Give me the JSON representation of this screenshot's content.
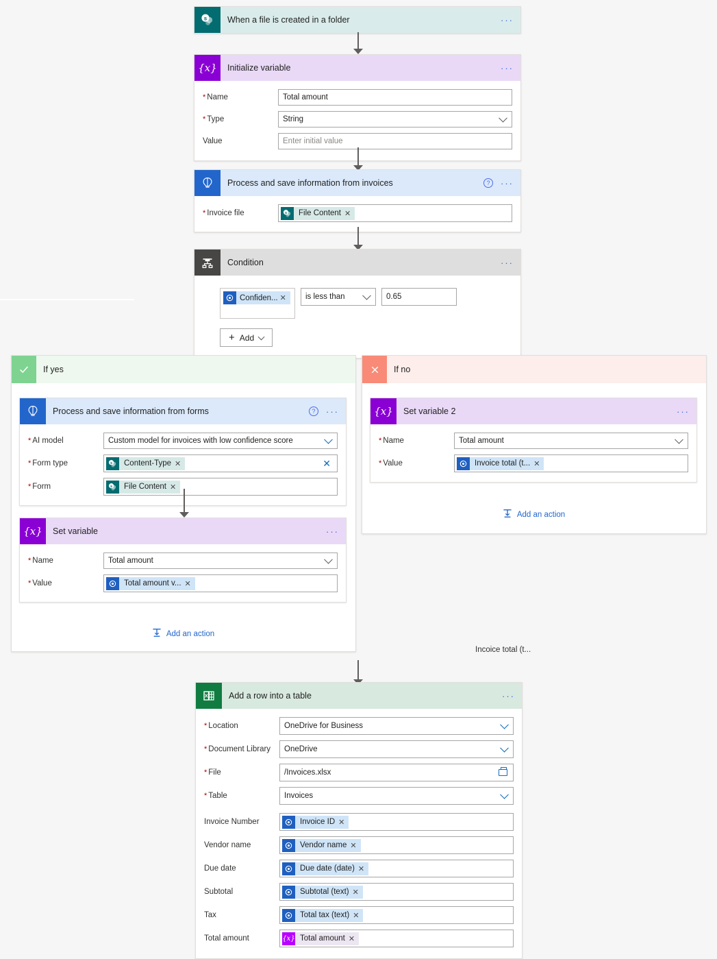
{
  "nodes": {
    "trigger": {
      "title": "When a file is created in a folder",
      "icon": "sharepoint-icon",
      "menu": "···"
    },
    "initialize_variable": {
      "title": "Initialize variable",
      "icon": "variable-icon",
      "menu": "···",
      "fields": [
        {
          "label": "Name",
          "required": true,
          "value": "Total amount",
          "control": "text"
        },
        {
          "label": "Type",
          "required": true,
          "value": "String",
          "control": "select"
        },
        {
          "label": "Value",
          "required": false,
          "placeholder": "Enter initial value",
          "control": "text"
        }
      ]
    },
    "process_invoices": {
      "title": "Process and save information from invoices",
      "icon": "ai-builder-icon",
      "help": "?",
      "menu": "···",
      "fields": [
        {
          "label": "Invoice file",
          "required": true,
          "token": "File Content",
          "token_icon": "sharepoint-icon"
        }
      ]
    },
    "condition": {
      "title": "Condition",
      "icon": "condition-icon",
      "menu": "···",
      "operand_token": "Confiden...",
      "operator": "is less than",
      "value": "0.65",
      "add_label": "Add"
    },
    "branch_yes": {
      "title": "If yes",
      "icon": "checkmark-icon",
      "add_action": "Add an action"
    },
    "branch_no": {
      "title": "If no",
      "icon": "cross-icon",
      "add_action": "Add an action"
    },
    "process_forms": {
      "title": "Process and save information from  forms",
      "icon": "ai-builder-icon",
      "help": "?",
      "menu": "···",
      "fields": [
        {
          "label": "AI model",
          "required": true,
          "value": "Custom model for invoices with low confidence score",
          "control": "select"
        },
        {
          "label": "Form type",
          "required": true,
          "token": "Content-Type",
          "token_icon": "sharepoint-icon",
          "clearable": true
        },
        {
          "label": "Form",
          "required": true,
          "token": "File Content",
          "token_icon": "sharepoint-icon"
        }
      ]
    },
    "set_variable": {
      "title": "Set variable",
      "icon": "variable-icon",
      "menu": "···",
      "fields": [
        {
          "label": "Name",
          "required": true,
          "value": "Total amount",
          "control": "select"
        },
        {
          "label": "Value",
          "required": true,
          "token": "Total amount v...",
          "token_icon": "ai-builder-icon"
        }
      ]
    },
    "set_variable_2": {
      "title": "Set variable 2",
      "icon": "variable-icon",
      "menu": "···",
      "fields": [
        {
          "label": "Name",
          "required": true,
          "value": "Total amount",
          "control": "select"
        },
        {
          "label": "Value",
          "required": true,
          "token": "Invoice total (t...",
          "token_icon": "ai-builder-icon"
        }
      ]
    },
    "add_row": {
      "title": "Add a row into a table",
      "icon": "excel-icon",
      "menu": "···",
      "fields": [
        {
          "label": "Location",
          "required": true,
          "value": "OneDrive for Business",
          "control": "select"
        },
        {
          "label": "Document Library",
          "required": true,
          "value": "OneDrive",
          "control": "select"
        },
        {
          "label": "File",
          "required": true,
          "value": "/Invoices.xlsx",
          "control": "file"
        },
        {
          "label": "Table",
          "required": true,
          "value": "Invoices",
          "control": "select"
        },
        {
          "label": "Invoice Number",
          "required": false,
          "token": "Invoice ID",
          "token_icon": "ai-builder-icon"
        },
        {
          "label": "Vendor name",
          "required": false,
          "token": "Vendor name",
          "token_icon": "ai-builder-icon"
        },
        {
          "label": "Due date",
          "required": false,
          "token": "Due date (date)",
          "token_icon": "ai-builder-icon"
        },
        {
          "label": "Subtotal",
          "required": false,
          "token": "Subtotal (text)",
          "token_icon": "ai-builder-icon"
        },
        {
          "label": "Tax",
          "required": false,
          "token": "Total tax (text)",
          "token_icon": "ai-builder-icon"
        },
        {
          "label": "Total amount",
          "required": false,
          "token": "Total amount",
          "token_icon": "variable-icon"
        }
      ]
    }
  },
  "floating_label": "Incoice total (t...",
  "colors": {
    "sharepoint": "#036c70",
    "variable": "#8a00d4",
    "ai_builder": "#2266cc",
    "condition": "#484644",
    "excel": "#107c41",
    "yes": "#7ed391",
    "no": "#f98a77",
    "link": "#2266cc",
    "required": "#a80000"
  }
}
